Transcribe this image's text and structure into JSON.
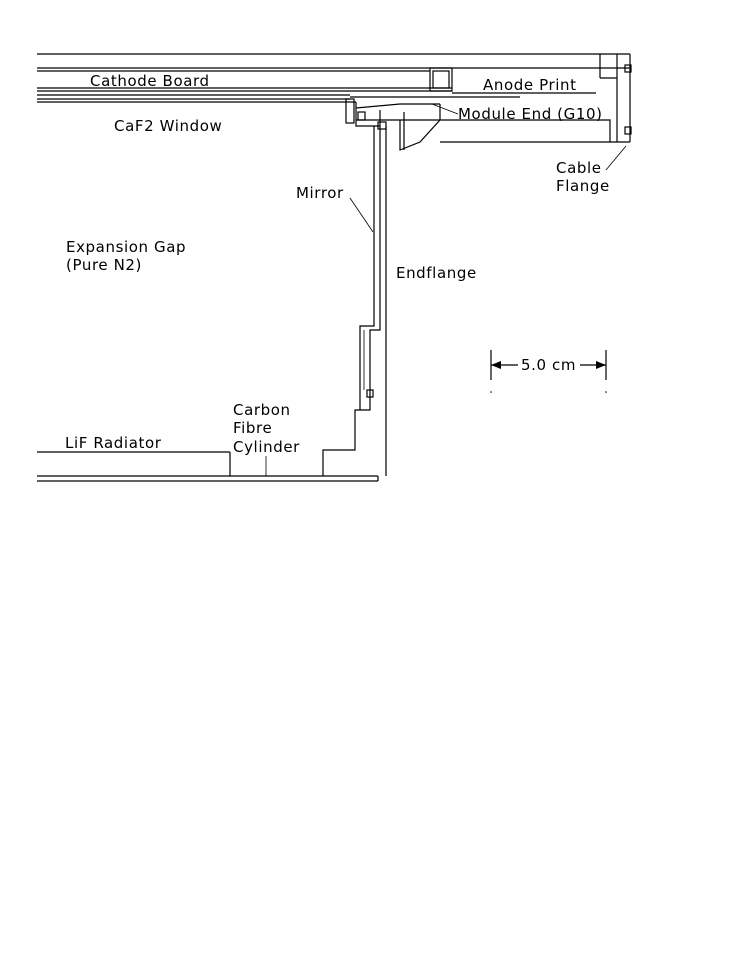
{
  "labels": {
    "cathode_board": "Cathode Board",
    "anode_print": "Anode Print",
    "caf2_window": "CaF2 Window",
    "module_end": "Module End (G10)",
    "cable": "Cable",
    "flange": "Flange",
    "mirror": "Mirror",
    "expansion_gap": "Expansion Gap",
    "pure_n2": "(Pure N2)",
    "endflange": "Endflange",
    "scale": "5.0  cm",
    "carbon": "Carbon",
    "fibre": "Fibre",
    "cylinder": "Cylinder",
    "lif_radiator": "LiF Radiator"
  }
}
